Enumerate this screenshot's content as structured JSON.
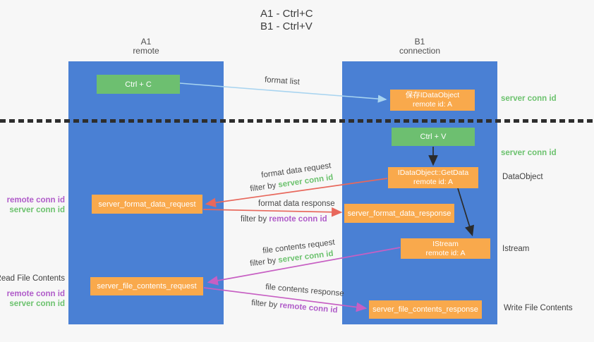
{
  "title": {
    "line1": "A1 - Ctrl+C",
    "line2": "B1 - Ctrl+V"
  },
  "lifelines": {
    "a1": {
      "name": "A1",
      "subtitle": "remote"
    },
    "b1": {
      "name": "B1",
      "subtitle": "connection"
    }
  },
  "nodes": {
    "ctrl_c": {
      "label": "Ctrl + C"
    },
    "ctrl_v": {
      "label": "Ctrl + V"
    },
    "save_idataobject": {
      "line1": "保存IDataObject",
      "line2": "remote id: A"
    },
    "getdata": {
      "line1": "IDataObject::GetData",
      "line2": "remote id: A"
    },
    "istream": {
      "line1": "IStream",
      "line2": "remote id: A"
    },
    "format_request": {
      "label": "server_format_data_request"
    },
    "format_response": {
      "label": "server_format_data_response"
    },
    "file_request": {
      "label": "server_file_contents_request"
    },
    "file_response": {
      "label": "server_file_contents_response"
    }
  },
  "arrow_labels": {
    "format_list": "format list",
    "format_data_request": "format data request",
    "format_data_response": "format data response",
    "file_contents_request": "file contents request",
    "file_contents_response": "file contents response",
    "filter_by": "filter by ",
    "server_conn_id": "server conn id",
    "remote_conn_id": "remote conn id"
  },
  "side_labels": {
    "right_server_conn_id_1": "server conn id",
    "right_server_conn_id_2": "server conn id",
    "dataobject": "DataObject",
    "istream": "Istream",
    "write_file_contents": "Write File Contents",
    "left_remote_conn_id_1": "remote conn id",
    "left_server_conn_id_1": "server conn id",
    "read_file_contents": "Read File Contents",
    "left_remote_conn_id_2": "remote conn id",
    "left_server_conn_id_2": "server conn id"
  },
  "colors": {
    "lifeline_blue": "#4a80d4",
    "action_green": "#6dbf70",
    "message_orange": "#f9a94c",
    "arrow_red": "#e8685c",
    "arrow_magenta": "#c75fc3",
    "arrow_lightblue": "#a8d4f0",
    "arrow_black": "#2b2b2b",
    "id_green": "#6cc26e",
    "id_purple": "#b05cc9",
    "text_dark": "#3f3f3f"
  }
}
